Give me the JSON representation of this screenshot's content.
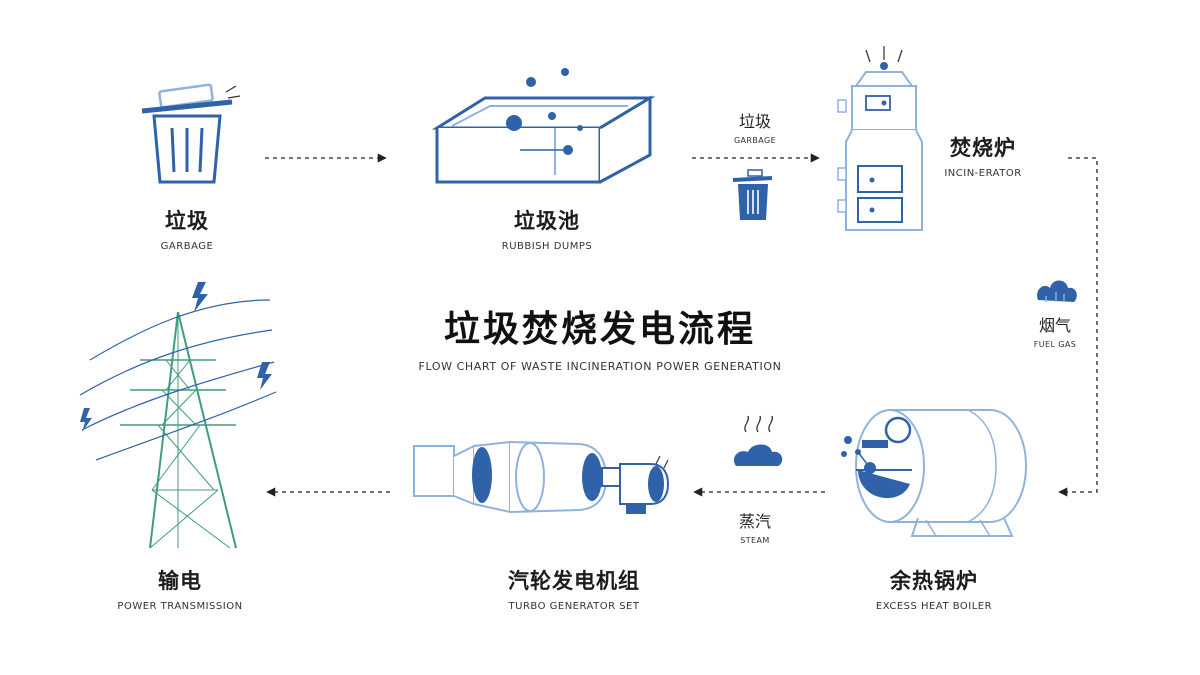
{
  "title": {
    "zh": "垃圾焚烧发电流程",
    "en": "FLOW CHART OF WASTE INCINERATION POWER GENERATION"
  },
  "nodes": {
    "garbage": {
      "zh": "垃圾",
      "en": "GARBAGE",
      "icon": "trash-can-icon"
    },
    "dump": {
      "zh": "垃圾池",
      "en": "RUBBISH DUMPS",
      "icon": "rubbish-pit-icon"
    },
    "incinerator": {
      "zh": "焚烧炉",
      "en": "INCIN-ERATOR",
      "icon": "incinerator-icon"
    },
    "boiler": {
      "zh": "余热锅炉",
      "en": "EXCESS HEAT BOILER",
      "icon": "boiler-icon"
    },
    "turbine": {
      "zh": "汽轮发电机组",
      "en": "TURBO GENERATOR SET",
      "icon": "turbine-icon"
    },
    "transmission": {
      "zh": "输电",
      "en": "POWER TRANSMISSION",
      "icon": "transmission-tower-icon"
    }
  },
  "edges": {
    "dump_to_incinerator": {
      "zh": "垃圾",
      "en": "GARBAGE",
      "icon": "trash-can-icon"
    },
    "incinerator_to_boiler": {
      "zh": "烟气",
      "en": "FUEL GAS",
      "icon": "smoke-cloud-icon"
    },
    "boiler_to_turbine": {
      "zh": "蒸汽",
      "en": "STEAM",
      "icon": "steam-cloud-icon"
    }
  },
  "colors": {
    "primary_blue": "#2f62a8",
    "light_blue": "#8fb3dd",
    "green": "#3f9d7a",
    "line": "#222222"
  }
}
